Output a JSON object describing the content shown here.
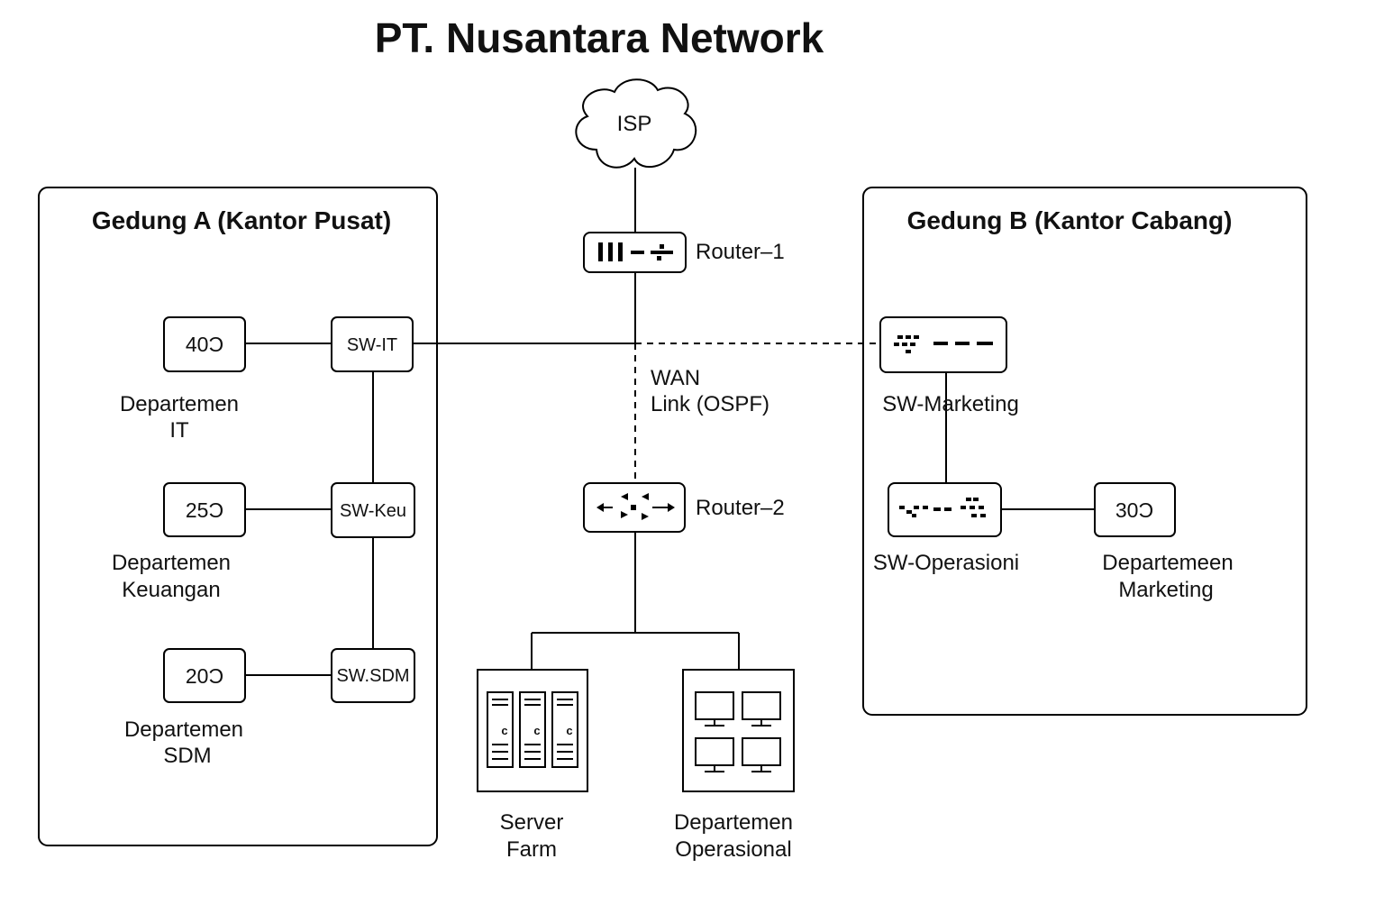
{
  "title": "PT. Nusantara Network",
  "isp": {
    "label": "ISP"
  },
  "router1": {
    "label": "Router–1"
  },
  "router2": {
    "label": "Router–2"
  },
  "wan_link": {
    "line1": "WAN",
    "line2": "Link (OSPF)"
  },
  "gedung_a": {
    "title": "Gedung A (Kantor Pusat)",
    "departments": [
      {
        "count": "40Ͻ",
        "switch": "SW-IT",
        "name_line1": "Departemen",
        "name_line2": "IT"
      },
      {
        "count": "25Ͻ",
        "switch": "SW-Keu",
        "name_line1": "Departemen",
        "name_line2": "Keuangan"
      },
      {
        "count": "20Ͻ",
        "switch": "SW.SDM",
        "name_line1": "Departemen",
        "name_line2": "SDM"
      }
    ]
  },
  "gedung_b": {
    "title": "Gedung B (Kantor Cabang)",
    "sw_marketing": "SW-Marketing",
    "sw_operasional": "SW-Operasioni",
    "marketing": {
      "count": "30Ͻ",
      "name_line1": "Departemeen",
      "name_line2": "Marketing"
    }
  },
  "server_farm": {
    "line1": "Server",
    "line2": "Farm",
    "rack_glyph": "c"
  },
  "dept_operasional": {
    "line1": "Departemen",
    "line2": "Operasional"
  },
  "colors": {
    "stroke": "#000000",
    "background": "#ffffff"
  }
}
